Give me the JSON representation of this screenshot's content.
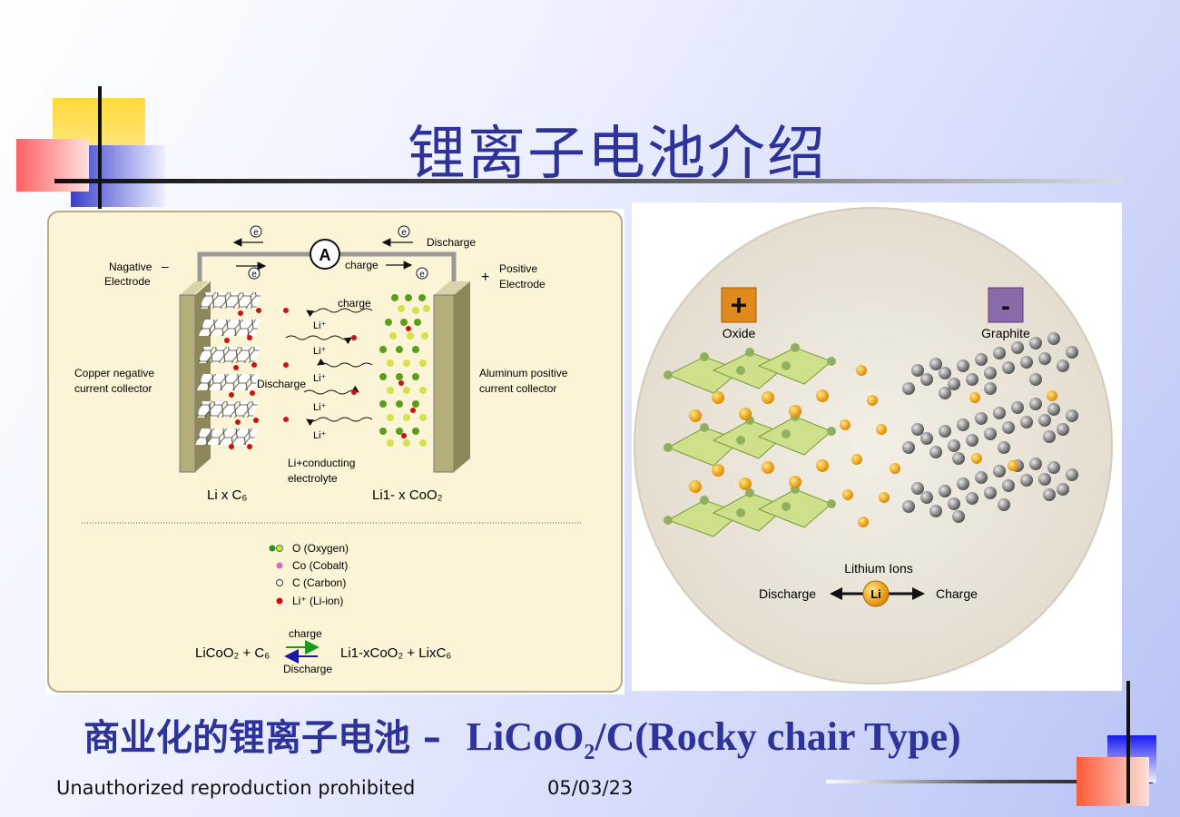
{
  "slide": {
    "title": "锂离子电池介绍",
    "caption_cn": "商业化的锂离子电池",
    "caption_dash": " – ",
    "caption_en_prefix": "LiCoO",
    "caption_en_sub": "2",
    "caption_en_suffix": "/C(Rocky chair Type)",
    "footer_left": "Unauthorized reproduction prohibited",
    "footer_date": "05/03/23"
  },
  "left_diagram": {
    "ammeter": "A",
    "electron": "e",
    "discharge_top": "Discharge",
    "charge_top": "charge",
    "negative_electrode_1": "Nagative",
    "negative_electrode_2": "Electrode",
    "negative_sign": "–",
    "positive_sign": "+",
    "positive_electrode_1": "Positive",
    "positive_electrode_2": "Electrode",
    "copper_1": "Copper negative",
    "copper_2": "current collector",
    "aluminum_1": "Aluminum positive",
    "aluminum_2": "current collector",
    "charge_mid": "charge",
    "discharge_mid": "Discharge",
    "li_ion": "Li⁺",
    "electrolyte_1": "Li+conducting",
    "electrolyte_2": "electrolyte",
    "neg_formula": "Li x C₆",
    "pos_formula": "Li1- x CoO₂",
    "legend": [
      {
        "text": "O  (Oxygen)",
        "color": "#2e8b2e"
      },
      {
        "text": "Co (Cobalt)",
        "color": "#d070c0"
      },
      {
        "text": "C  (Carbon)",
        "color": "#ffffff"
      },
      {
        "text": "Li⁺ (Li-ion)",
        "color": "#cc1111"
      }
    ],
    "eq_left": "LiCoO₂ + C₆",
    "eq_charge": "charge",
    "eq_right": "Li1-xCoO₂ + LixC₆",
    "eq_discharge": "Discharge"
  },
  "right_diagram": {
    "plus": "+",
    "oxide": "Oxide",
    "minus": "-",
    "graphite": "Graphite",
    "lithium_ions": "Lithium Ions",
    "li": "Li",
    "discharge": "Discharge",
    "charge": "Charge"
  }
}
